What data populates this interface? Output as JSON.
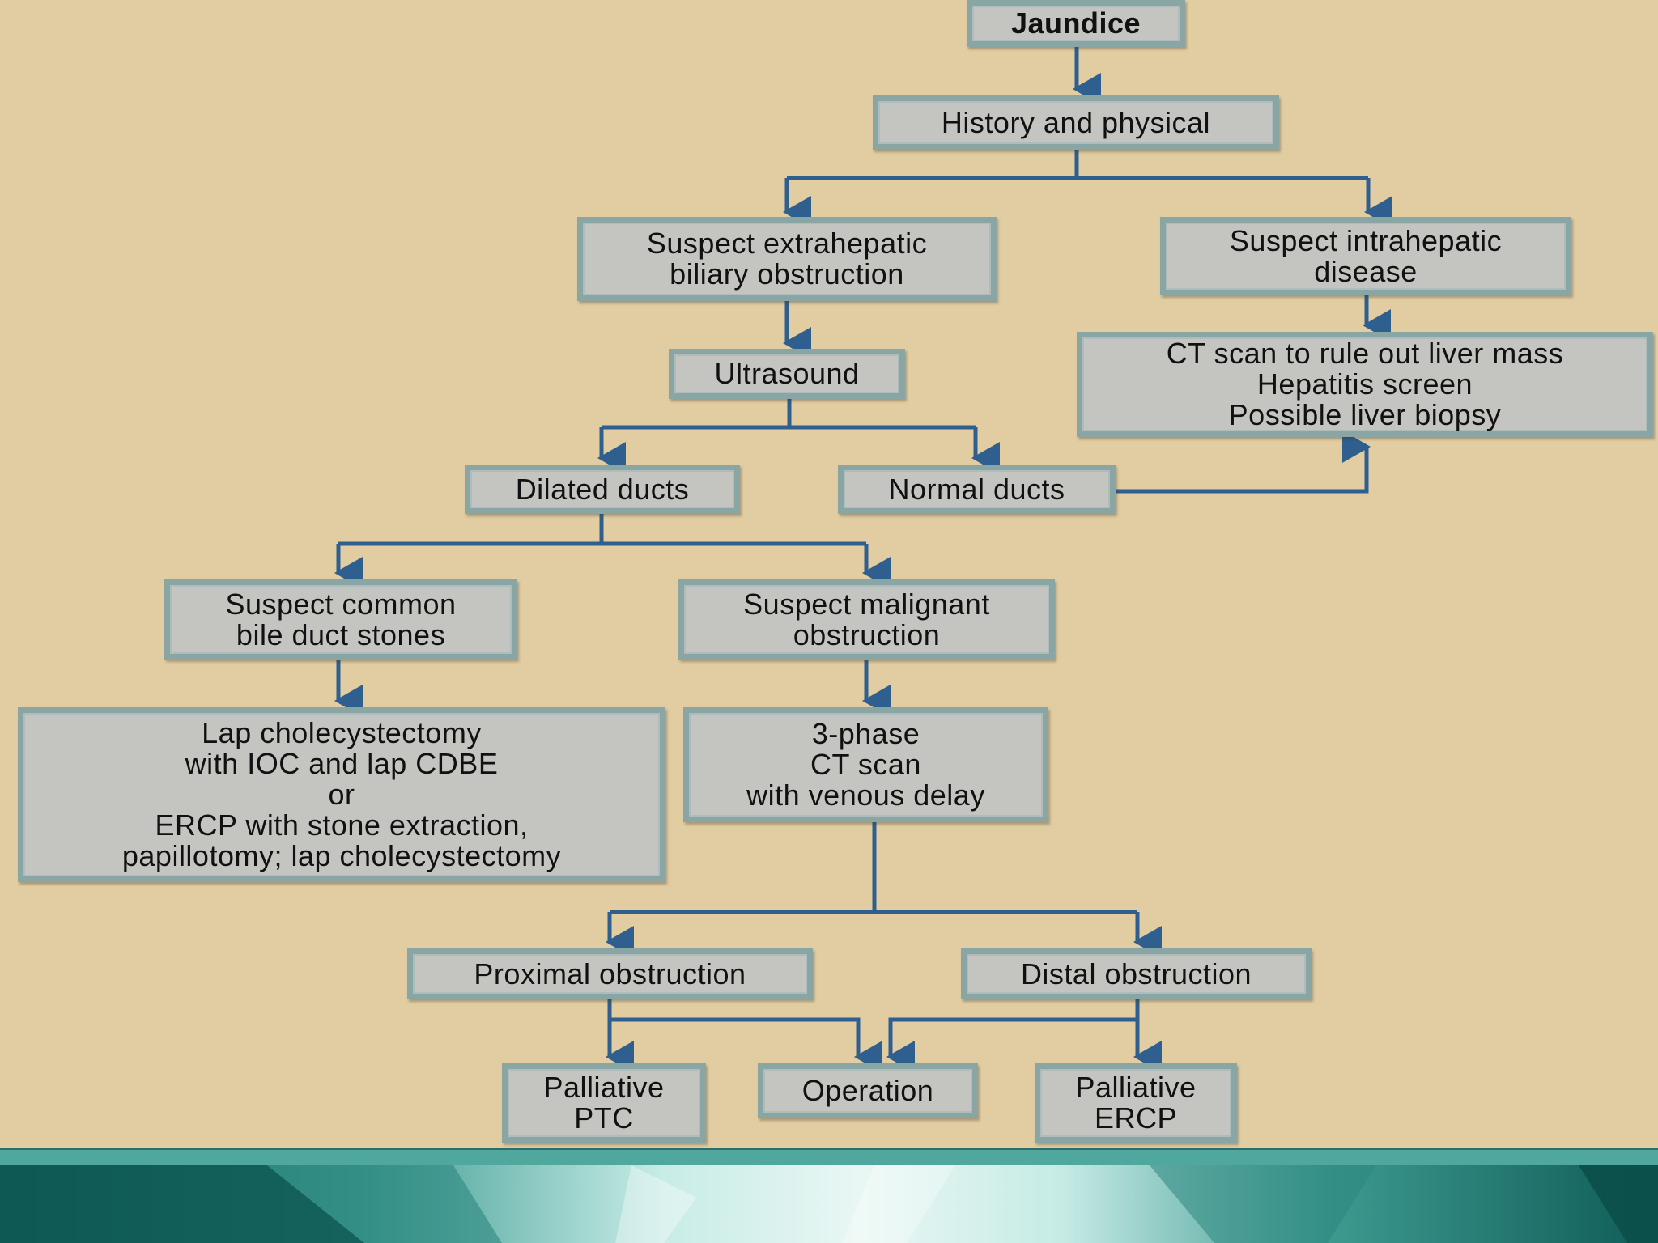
{
  "nodes": {
    "jaundice": "Jaundice",
    "history": "History and physical",
    "extrahepatic": "Suspect extrahepatic\nbiliary obstruction",
    "intrahepatic": "Suspect intrahepatic\ndisease",
    "ct_liver": "CT scan to rule out liver mass\nHepatitis screen\nPossible liver biopsy",
    "ultrasound": "Ultrasound",
    "dilated": "Dilated ducts",
    "normal": "Normal ducts",
    "cbd_stones": "Suspect common\nbile duct stones",
    "malignant": "Suspect malignant\nobstruction",
    "lap_chole": "Lap cholecystectomy\nwith IOC and lap CDBE\nor\nERCP with stone extraction,\npapillotomy; lap cholecystectomy",
    "ct_3phase": "3-phase\nCT scan\nwith venous delay",
    "proximal": "Proximal obstruction",
    "distal": "Distal obstruction",
    "ptc": "Palliative\nPTC",
    "operation": "Operation",
    "ercp": "Palliative\nERCP"
  },
  "colors": {
    "background": "#e2cda3",
    "box_fill": "#c4c5c1",
    "box_border": "#8aa6a4",
    "arrow": "#2f5f8f"
  }
}
